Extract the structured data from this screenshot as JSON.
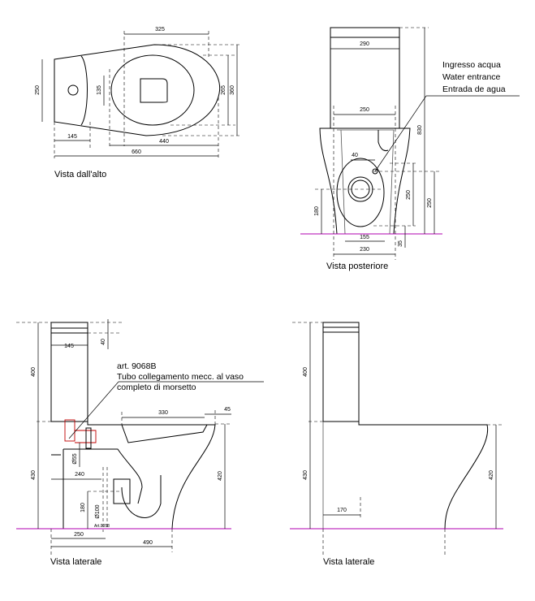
{
  "views": {
    "top": {
      "caption": "Vista dall'alto",
      "dims": {
        "d325": "325",
        "d250": "250",
        "d135": "135",
        "d265": "265",
        "d360": "360",
        "d145": "145",
        "d440": "440",
        "d660": "660"
      }
    },
    "rear": {
      "caption": "Vista posteriore",
      "dims": {
        "d290": "290",
        "d250w": "250",
        "d830": "830",
        "d40": "40",
        "d250h": "250",
        "d250b": "250",
        "d180": "180",
        "d155": "155",
        "d230": "230",
        "d35": "35"
      },
      "note": [
        "Ingresso acqua",
        "Water entrance",
        "Entrada de agua"
      ]
    },
    "side_section": {
      "caption": "Vista laterale",
      "dims": {
        "d145": "145",
        "d40": "40",
        "d400": "400",
        "d330": "330",
        "d45": "45",
        "d55": "Ø55",
        "d430": "430",
        "d420": "420",
        "d240": "240",
        "d180": "180",
        "d100": "Ø100",
        "d250": "250",
        "d490": "490",
        "art": "Art.9058"
      },
      "note": [
        "art. 9068B",
        "Tubo collegamento mecc. al vaso",
        "completo di morsetto"
      ]
    },
    "side": {
      "caption": "Vista laterale",
      "dims": {
        "d400": "400",
        "d430": "430",
        "d420": "420",
        "d170": "170"
      }
    }
  }
}
